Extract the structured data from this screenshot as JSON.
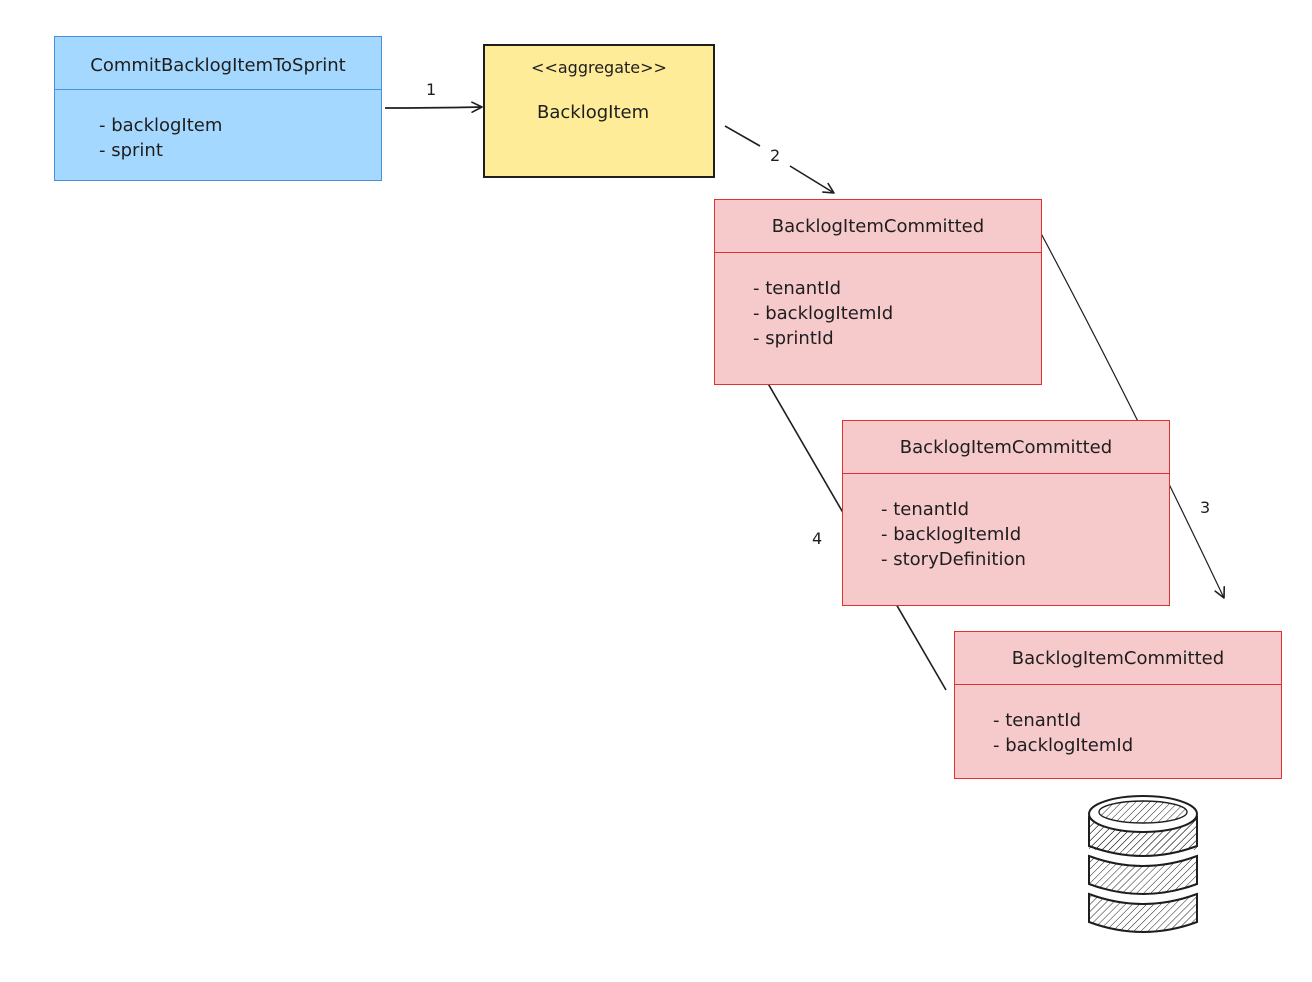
{
  "command": {
    "title": "CommitBacklogItemToSprint",
    "fields": [
      "backlogItem",
      "sprint"
    ]
  },
  "aggregate": {
    "stereotype": "<<aggregate>>",
    "title": "BacklogItem"
  },
  "events": [
    {
      "title": "BacklogItemCommitted",
      "fields": [
        "tenantId",
        "backlogItemId",
        "sprintId"
      ]
    },
    {
      "title": "BacklogItemCommitted",
      "fields": [
        "tenantId",
        "backlogItemId",
        "storyDefinition"
      ]
    },
    {
      "title": "BacklogItemCommitted",
      "fields": [
        "tenantId",
        "backlogItemId"
      ]
    }
  ],
  "arrows": [
    {
      "label": "1"
    },
    {
      "label": "2"
    },
    {
      "label": "3"
    },
    {
      "label": "4"
    }
  ],
  "icons": {
    "storage": "database-icon"
  },
  "colors": {
    "command_fill": "#a5d8ff",
    "aggregate_fill": "#ffec99",
    "event_fill": "#f6c9cb",
    "event_stroke": "#e03131",
    "stroke": "#1e1e1e"
  }
}
